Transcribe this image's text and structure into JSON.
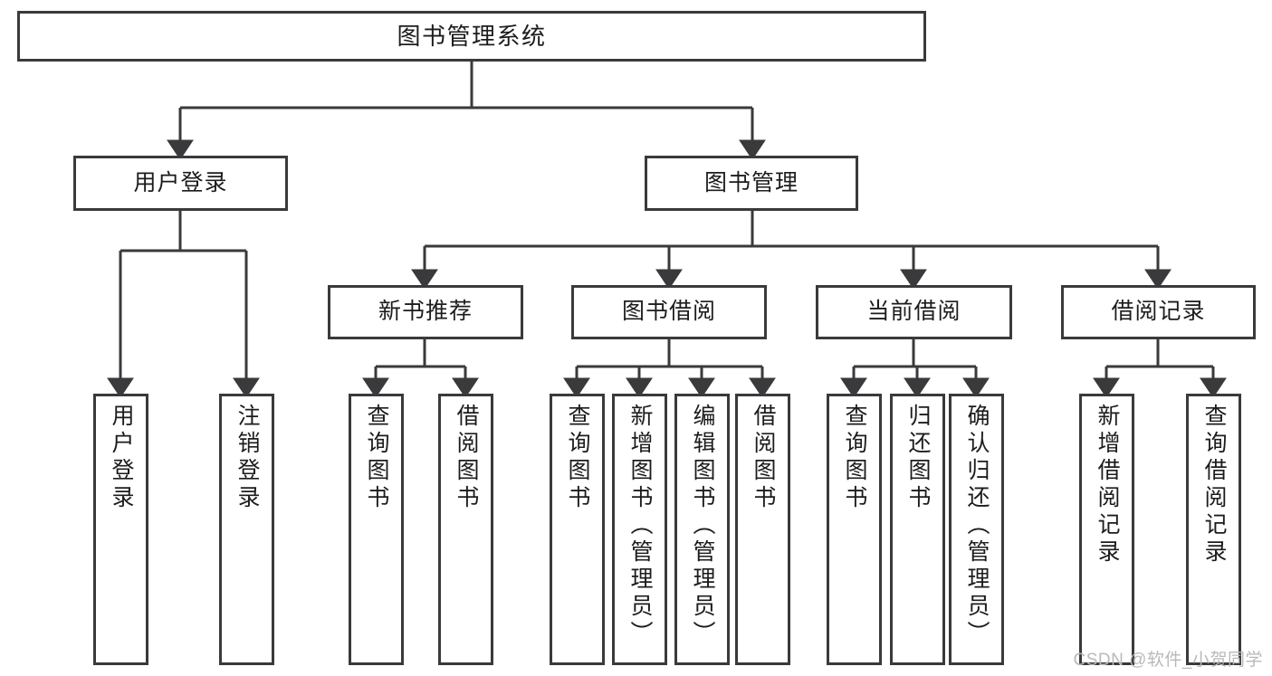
{
  "diagram": {
    "title": "图书管理系统",
    "type": "tree-hierarchy-functional-decomposition",
    "watermark": "CSDN @软件_小贺同学",
    "colors": {
      "box_border": "#3a3a3c",
      "box_fill": "#ffffff",
      "connector": "#3a3a3c",
      "text": "#1c1c1e",
      "background": "#ffffff",
      "watermark": "#b9b9bb"
    },
    "root": {
      "label": "图书管理系统"
    },
    "level1": [
      {
        "label": "用户登录"
      },
      {
        "label": "图书管理"
      }
    ],
    "level2": [
      {
        "label": "新书推荐"
      },
      {
        "label": "图书借阅"
      },
      {
        "label": "当前借阅"
      },
      {
        "label": "借阅记录"
      }
    ],
    "leaves": {
      "user_login": [
        {
          "label": "用户登录"
        },
        {
          "label": "注销登录"
        }
      ],
      "new_book_recommend": [
        {
          "label": "查询图书"
        },
        {
          "label": "借阅图书"
        }
      ],
      "book_borrow": [
        {
          "label": "查询图书"
        },
        {
          "label": "新增图书（管理员）"
        },
        {
          "label": "编辑图书（管理员）"
        },
        {
          "label": "借阅图书"
        }
      ],
      "current_borrow": [
        {
          "label": "查询图书"
        },
        {
          "label": "归还图书"
        },
        {
          "label": "确认归还（管理员）"
        }
      ],
      "borrow_record": [
        {
          "label": "新增借阅记录"
        },
        {
          "label": "查询借阅记录"
        }
      ]
    }
  }
}
